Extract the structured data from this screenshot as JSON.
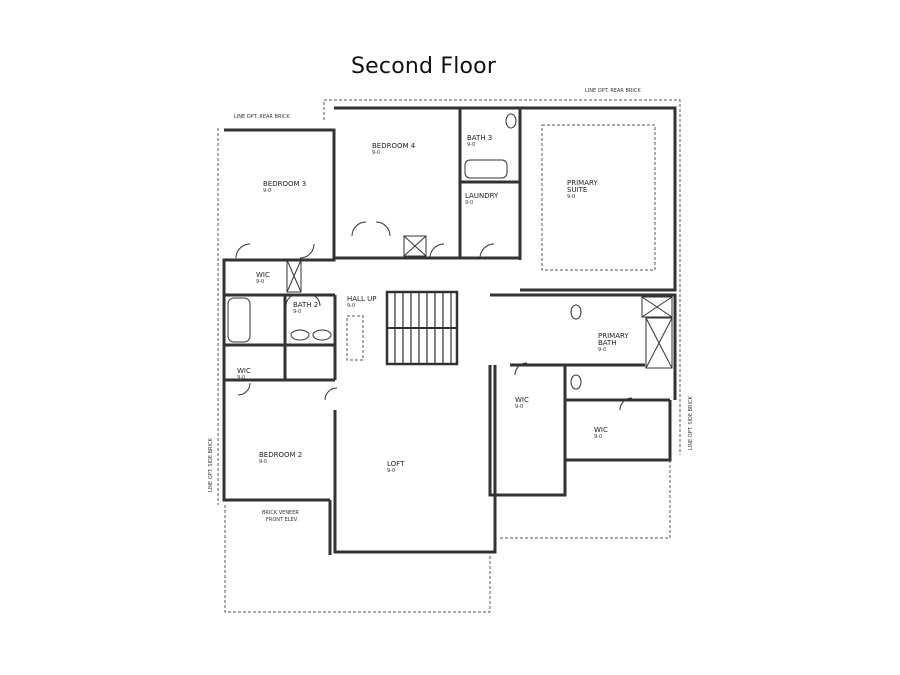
{
  "title": "Second Floor",
  "rooms": [
    {
      "name": "Bedroom 4",
      "dim": "9-0"
    },
    {
      "name": "Bedroom 3",
      "dim": "9-0"
    },
    {
      "name": "Bath 3",
      "dim": "9-0"
    },
    {
      "name": "Laundry",
      "dim": "9-0"
    },
    {
      "name": "Primary Suite",
      "dim": "9-0"
    },
    {
      "name": "WIC",
      "dim": "9-0"
    },
    {
      "name": "Bath 2",
      "dim": "9-0"
    },
    {
      "name": "Hall Up",
      "dim": "9-0"
    },
    {
      "name": "WIC",
      "dim": "9-0"
    },
    {
      "name": "Primary Bath",
      "dim": "9-0"
    },
    {
      "name": "WIC",
      "dim": "9-0"
    },
    {
      "name": "WIC",
      "dim": "9-0"
    },
    {
      "name": "Bedroom 2",
      "dim": "9-0"
    },
    {
      "name": "Loft",
      "dim": "9-0"
    }
  ],
  "notes": {
    "rear_brick_left": "Line opt. rear brick",
    "rear_brick_right": "Line opt. rear brick",
    "side_brick_left": "Line opt. side brick",
    "side_brick_right": "Line opt. side brick",
    "brick_veneer": "Brick veneer",
    "front_elev": "Front elev."
  }
}
